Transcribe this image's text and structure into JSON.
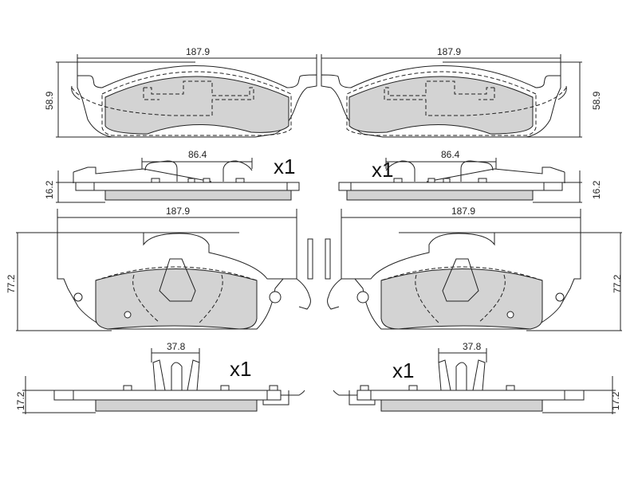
{
  "drawing": {
    "left": {
      "top_pad": {
        "width": "187.9",
        "height": "58.9"
      },
      "top_side": {
        "clip_span": "86.4",
        "thickness": "16.2",
        "quantity": "x1"
      },
      "bottom_pad": {
        "width": "187.9",
        "height": "77.2"
      },
      "bottom_side": {
        "clip_span": "37.8",
        "thickness": "17.2",
        "quantity": "x1"
      }
    },
    "right": {
      "top_pad": {
        "width": "187.9",
        "height": "58.9"
      },
      "top_side": {
        "clip_span": "86.4",
        "thickness": "16.2",
        "quantity": "x1"
      },
      "bottom_pad": {
        "width": "187.9",
        "height": "77.2"
      },
      "bottom_side": {
        "clip_span": "37.8",
        "thickness": "17.2",
        "quantity": "x1"
      }
    },
    "colors": {
      "friction_material": "#d3d3d3",
      "line": "#222222"
    }
  }
}
